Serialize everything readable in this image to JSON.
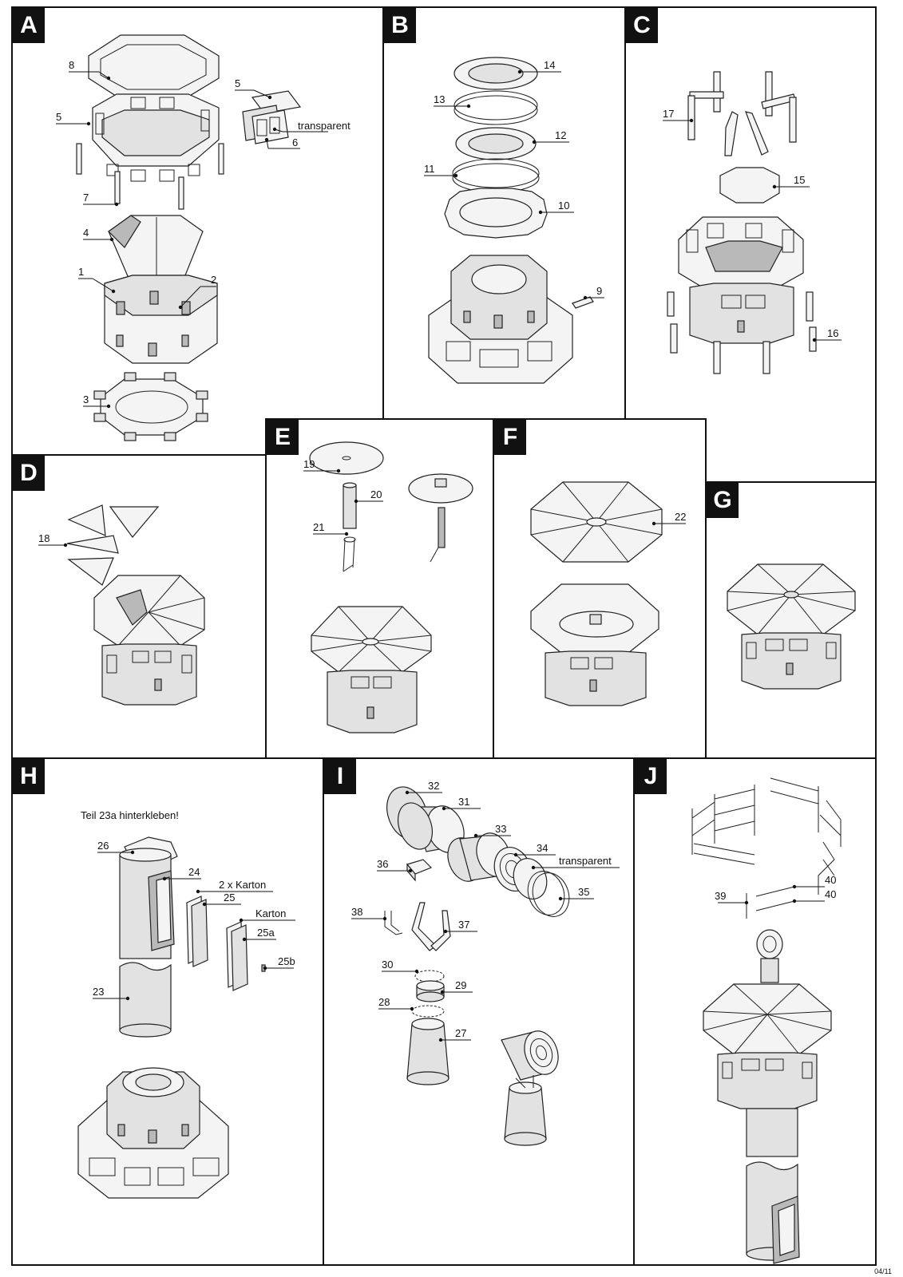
{
  "panels": {
    "A": {
      "badge": "A",
      "labels": {
        "p8": "8",
        "p5a": "5",
        "p5b": "5",
        "transparent": "transparent",
        "p6": "6",
        "p7": "7",
        "p4": "4",
        "p1": "1",
        "p2": "2",
        "p3": "3"
      }
    },
    "B": {
      "badge": "B",
      "labels": {
        "p14": "14",
        "p13": "13",
        "p12": "12",
        "p11": "11",
        "p10": "10",
        "p9": "9"
      }
    },
    "C": {
      "badge": "C",
      "labels": {
        "p17": "17",
        "p15": "15",
        "p16": "16"
      }
    },
    "D": {
      "badge": "D",
      "labels": {
        "p18": "18"
      }
    },
    "E": {
      "badge": "E",
      "labels": {
        "p19": "19",
        "p20": "20",
        "p21": "21"
      }
    },
    "F": {
      "badge": "F",
      "labels": {
        "p22": "22"
      }
    },
    "G": {
      "badge": "G"
    },
    "H": {
      "badge": "H",
      "note": "Teil 23a hinterkleben!",
      "labels": {
        "p26": "26",
        "p24": "24",
        "karton2": "2 x Karton",
        "p25": "25",
        "karton": "Karton",
        "p25a": "25a",
        "p25b": "25b",
        "p23": "23"
      }
    },
    "I": {
      "badge": "I",
      "labels": {
        "p32": "32",
        "p31": "31",
        "p33": "33",
        "p34": "34",
        "transparent": "transparent",
        "p36": "36",
        "p35": "35",
        "p38": "38",
        "p37": "37",
        "p30": "30",
        "p29": "29",
        "p28": "28",
        "p27": "27"
      }
    },
    "J": {
      "badge": "J",
      "labels": {
        "p40a": "40",
        "p39": "39",
        "p40b": "40"
      }
    }
  },
  "footer": "04/11"
}
